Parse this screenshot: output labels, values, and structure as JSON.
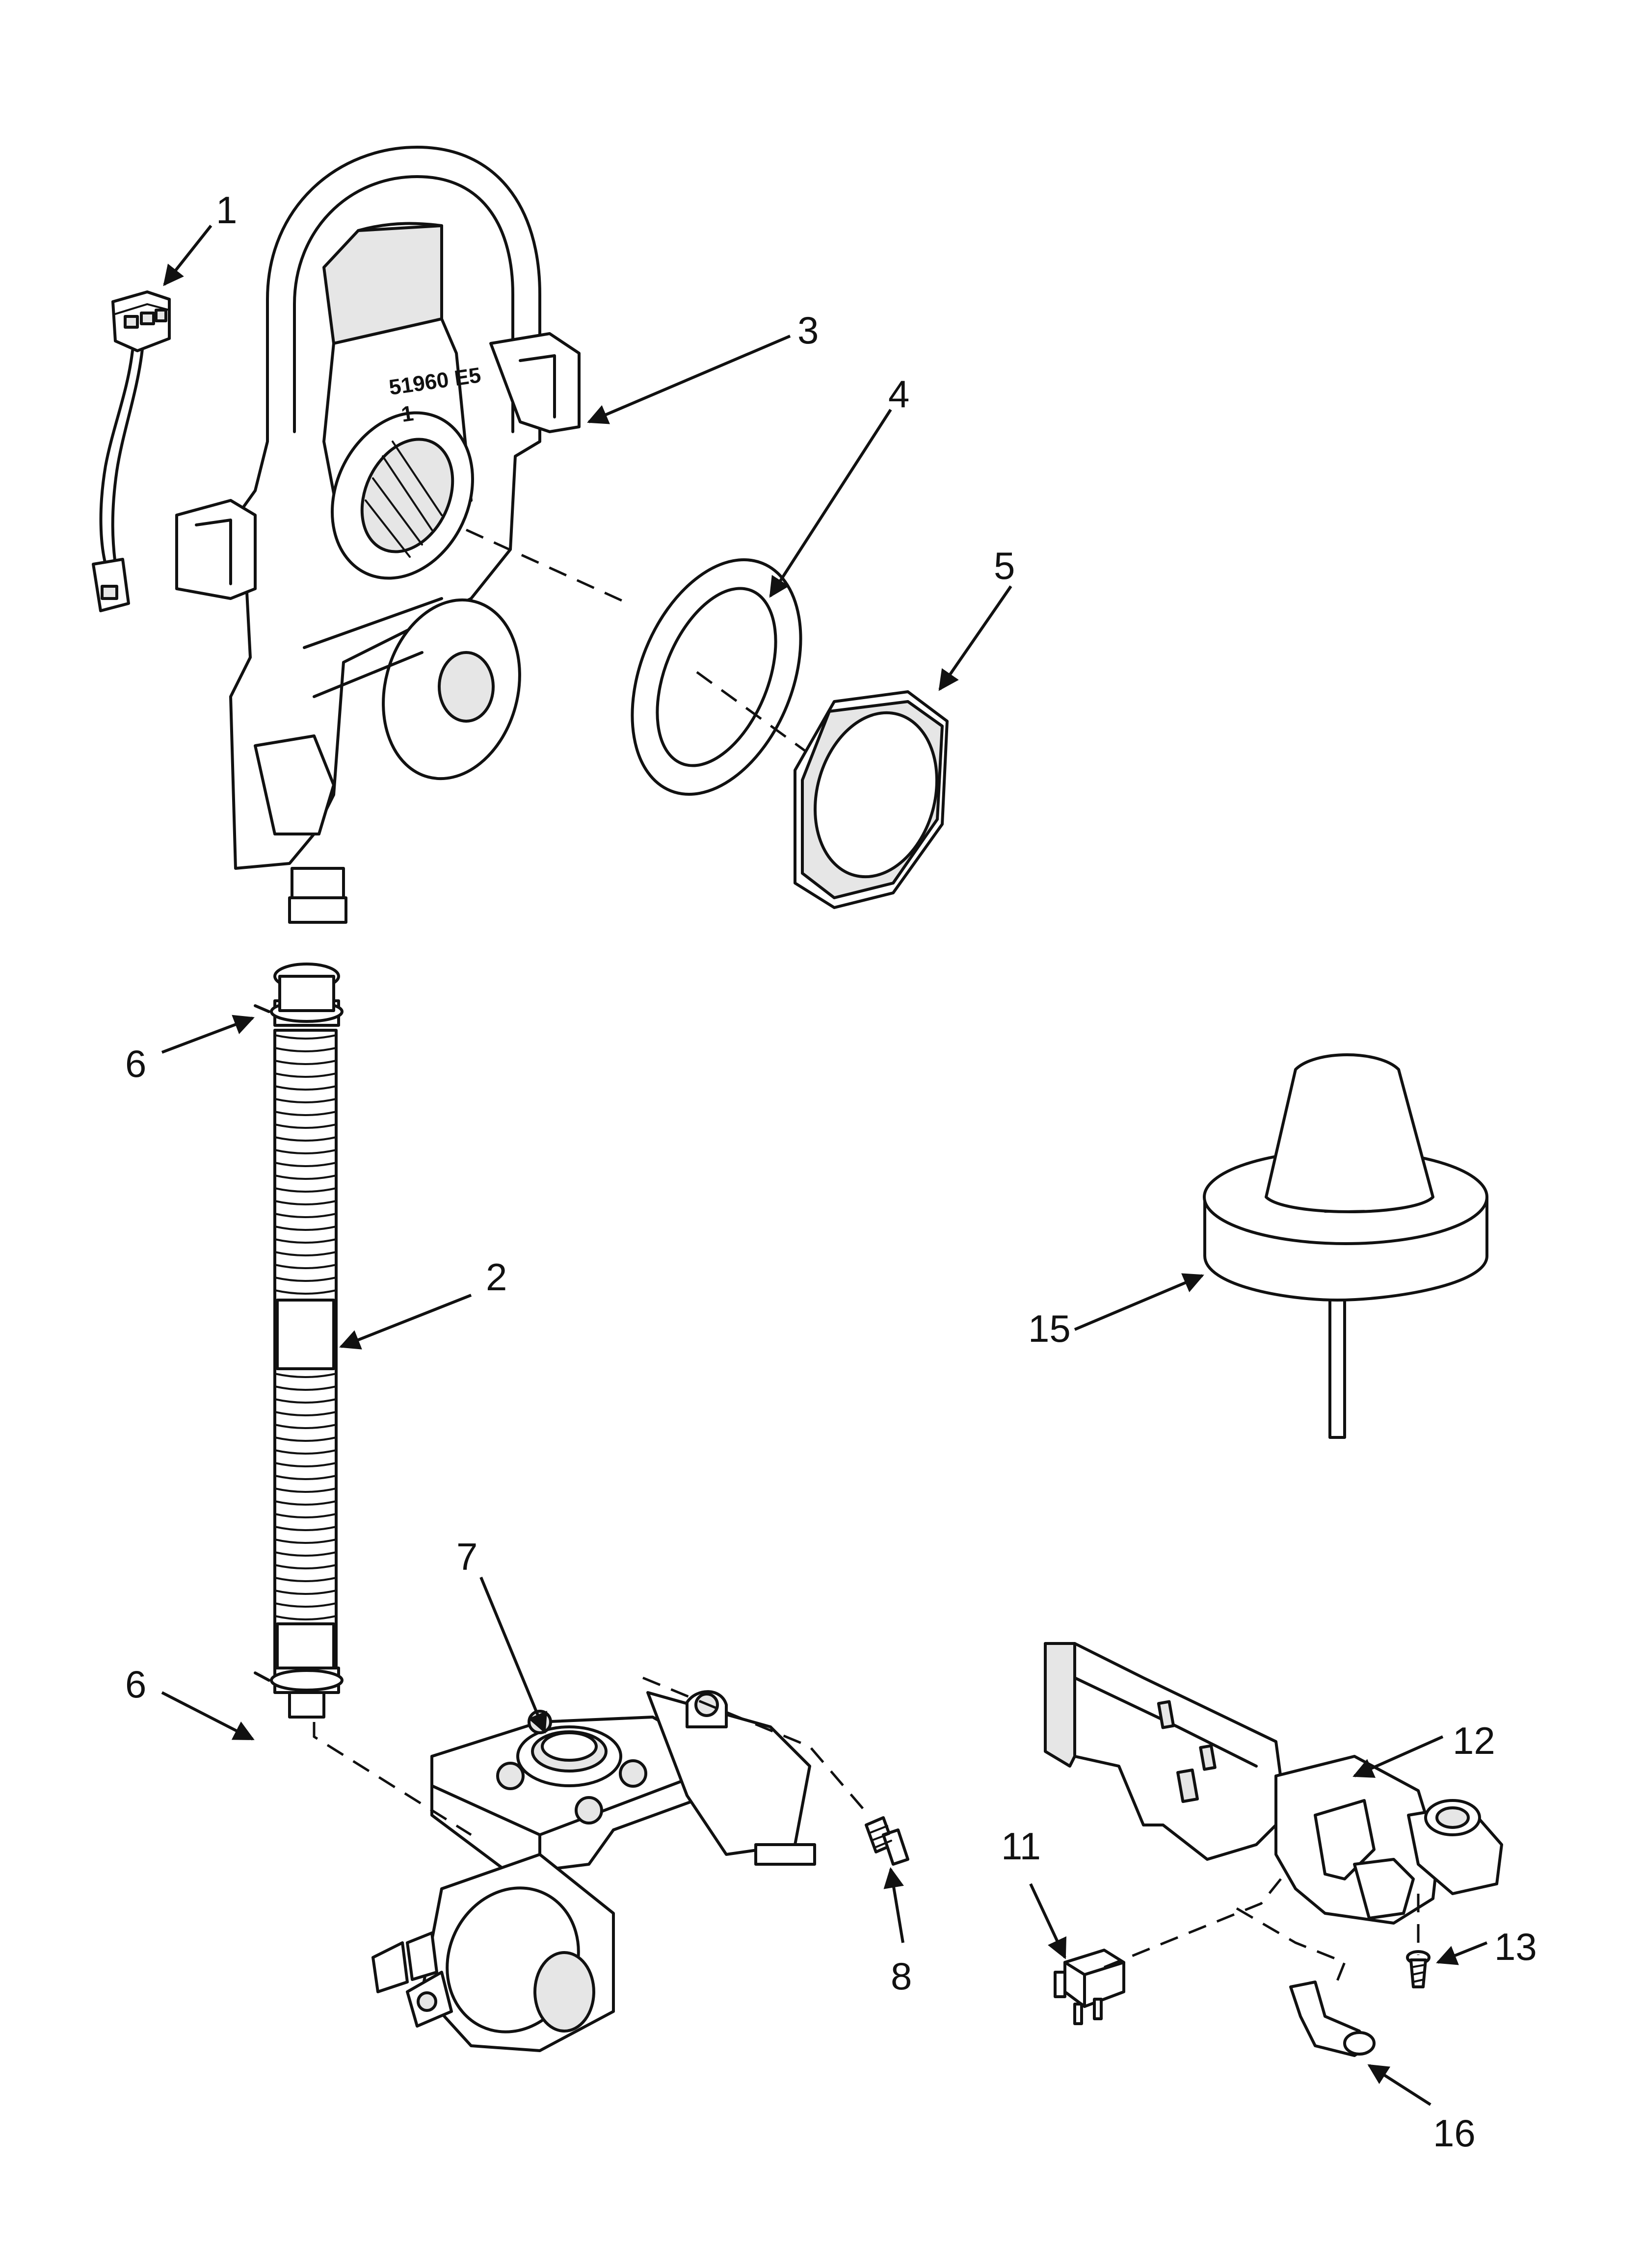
{
  "diagram": {
    "stamp_text": [
      "51960 E5",
      "1"
    ],
    "parts": [
      {
        "id": "p1",
        "label": "1"
      },
      {
        "id": "p2",
        "label": "2"
      },
      {
        "id": "p3",
        "label": "3"
      },
      {
        "id": "p4",
        "label": "4"
      },
      {
        "id": "p5",
        "label": "5"
      },
      {
        "id": "p6a",
        "label": "6"
      },
      {
        "id": "p6b",
        "label": "6"
      },
      {
        "id": "p7",
        "label": "7"
      },
      {
        "id": "p8",
        "label": "8"
      },
      {
        "id": "p11",
        "label": "11"
      },
      {
        "id": "p12",
        "label": "12"
      },
      {
        "id": "p13",
        "label": "13"
      },
      {
        "id": "p15",
        "label": "15"
      },
      {
        "id": "p16",
        "label": "16"
      }
    ]
  }
}
